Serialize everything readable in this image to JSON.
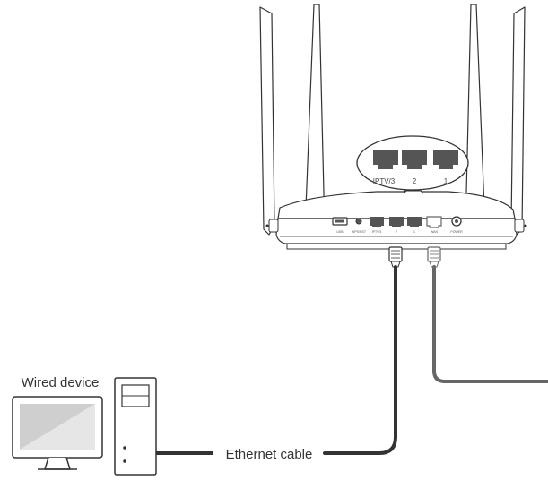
{
  "labels": {
    "wired_device": "Wired device",
    "ethernet_cable": "Ethernet cable"
  },
  "router": {
    "callout_ports": [
      "IPTV/3",
      "2",
      "1"
    ],
    "rear_labels": {
      "usb": "USB",
      "wps_reset": "WPS/RST",
      "lan3": "IPTV/3",
      "lan2": "2",
      "lan1": "1",
      "wan": "WAN",
      "power": "POWER"
    }
  },
  "colors": {
    "outline": "#333333",
    "cable": "#333333",
    "wan_cable": "#666666",
    "port_fill": "#555555",
    "monitor_screen": "#d9d9d9"
  },
  "icons": {
    "router": "router-icon",
    "monitor": "monitor-icon",
    "computer_tower": "computer-tower-icon"
  }
}
